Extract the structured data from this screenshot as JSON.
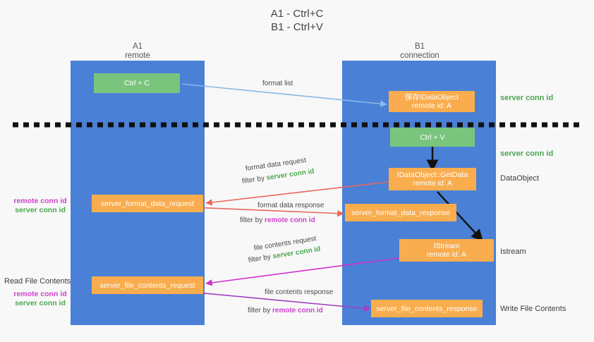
{
  "title": {
    "line1": "A1 - Ctrl+C",
    "line2": "B1 - Ctrl+V"
  },
  "columns": [
    {
      "name": "A1",
      "sub": "remote"
    },
    {
      "name": "B1",
      "sub": "connection"
    }
  ],
  "boxes": {
    "ctrl_c": {
      "label": "Ctrl + C",
      "color": "#7ac57e"
    },
    "ctrl_v": {
      "label": "Ctrl + V",
      "color": "#7ac57e"
    },
    "save_dataobject": {
      "line1": "保存IDataObject",
      "line2": "remote id: A",
      "color": "#f9ad4e"
    },
    "getdata": {
      "line1": "IDataObject::GetData",
      "line2": "remote id: A",
      "color": "#f9ad4e"
    },
    "istream": {
      "line1": "IStream",
      "line2": "remote id: A",
      "color": "#f9ad4e"
    },
    "server_format_data_request": {
      "label": "server_format_data_request",
      "color": "#f9ad4e"
    },
    "server_format_data_response": {
      "label": "server_format_data_response",
      "color": "#f9ad4e"
    },
    "server_file_contents_request": {
      "label": "server_file_contents_request",
      "color": "#f9ad4e"
    },
    "server_file_contents_response": {
      "label": "server_file_contents_response",
      "color": "#f9ad4e"
    }
  },
  "right_labels": {
    "server_conn_id_1": "server conn id",
    "server_conn_id_2": "server conn id",
    "dataobject": "DataObject",
    "istream": "Istream",
    "write_file_contents": "Write File Contents"
  },
  "left_labels": {
    "format_remote": "remote conn id",
    "format_server": "server conn id",
    "read_file_contents": "Read File Contents",
    "file_remote": "remote conn id",
    "file_server": "server conn id"
  },
  "arrow_labels": {
    "format_list": "format list",
    "format_data_request": "format data request",
    "format_data_request_filter_prefix": "filter by ",
    "format_data_request_filter_value": "server conn id",
    "format_data_response": "format data response",
    "format_data_response_filter_prefix": "filter by ",
    "format_data_response_filter_value": "remote conn id",
    "file_contents_request": "file contents request",
    "file_contents_request_filter_prefix": "filter by ",
    "file_contents_request_filter_value": "server conn id",
    "file_contents_response": "file contents response",
    "file_contents_response_filter_prefix": "filter by ",
    "file_contents_response_filter_value": "remote conn id"
  },
  "colors": {
    "lane": "#4a80d6",
    "green_text": "#49a84f",
    "magenta_text": "#cc44cc",
    "orange_box": "#f9ad4e",
    "green_box": "#7ac57e",
    "light_blue_arrow": "#8ab8e8",
    "red_arrow": "#e8695c",
    "magenta_arrow": "#cc33cc",
    "purple_arrow": "#a040c0",
    "black_arrow": "#000000",
    "background": "#f8f8f8"
  }
}
